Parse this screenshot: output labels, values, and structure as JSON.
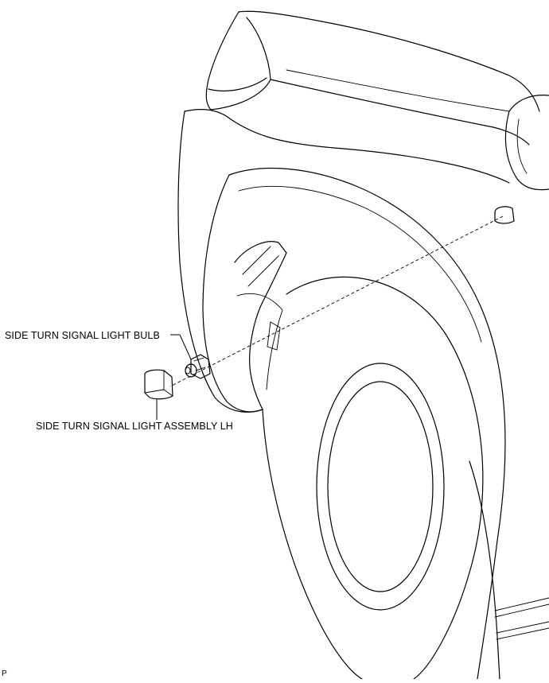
{
  "labels": {
    "bulb": "SIDE TURN SIGNAL LIGHT BULB",
    "assembly": "SIDE TURN SIGNAL LIGHT ASSEMBLY LH",
    "corner_code": "P"
  }
}
